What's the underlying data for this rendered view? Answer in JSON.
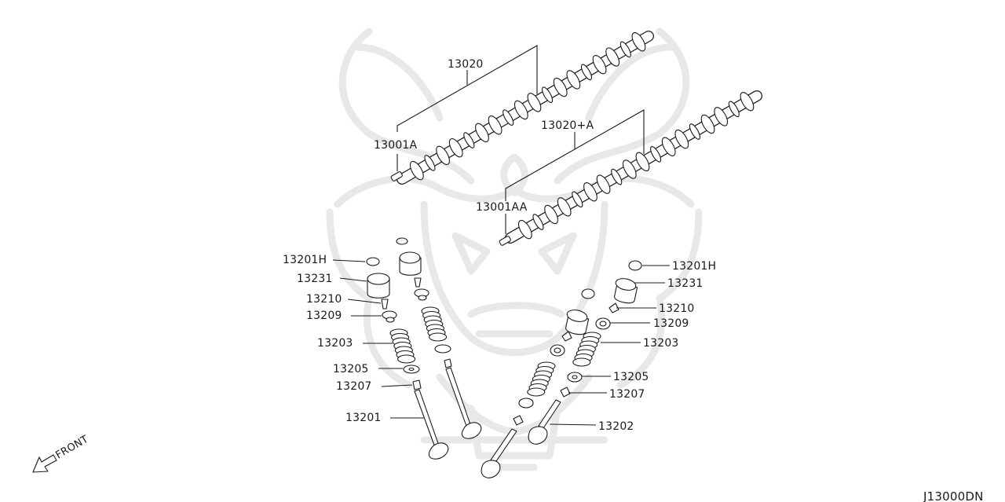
{
  "diagram_code": "J13000DN",
  "front_label": "FRONT",
  "callouts": {
    "camshaft_1": "13020",
    "dowel_1": "13001A",
    "camshaft_2": "13020+A",
    "dowel_2": "13001AA",
    "shim_left": "13201H",
    "lifter_left": "13231",
    "collet_left": "13210",
    "retainer_left": "13209",
    "spring_left": "13203",
    "seat_left": "13205",
    "seal_left": "13207",
    "valve_intake": "13201",
    "shim_right": "13201H",
    "lifter_right": "13231",
    "collet_right": "13210",
    "retainer_right": "13209",
    "spring_right": "13203",
    "seat_right": "13205",
    "seal_right": "13207",
    "valve_exhaust": "13202"
  },
  "colors": {
    "line": "#1a1a1a",
    "watermark": "#e6e6e6",
    "background": "#ffffff"
  },
  "icons": {
    "front_arrow": "arrow-down-left-icon",
    "watermark": "samurai-helmet-logo"
  }
}
